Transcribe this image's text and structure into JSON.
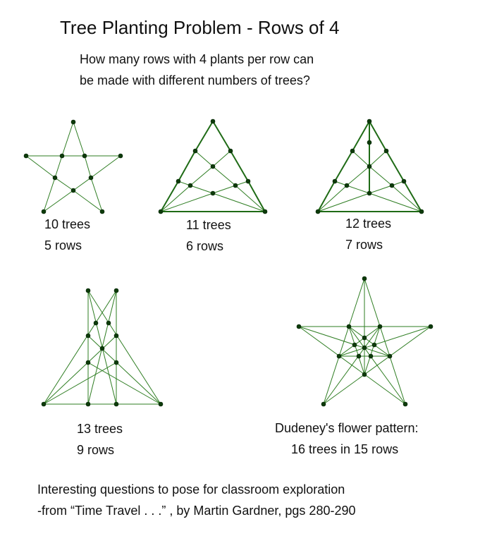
{
  "title": "Tree Planting Problem - Rows of 4",
  "question": {
    "line1": "How many rows with 4 plants per row can",
    "line2": "be made with different numbers of trees?"
  },
  "figures": [
    {
      "trees": "10 trees",
      "rows": "5 rows"
    },
    {
      "trees": "11 trees",
      "rows": "6 rows"
    },
    {
      "trees": "12 trees",
      "rows": "7 rows"
    },
    {
      "trees": "13 trees",
      "rows": "9 rows"
    },
    {
      "trees": "Dudeney's flower pattern:",
      "rows": "16 trees in 15 rows"
    }
  ],
  "footer": {
    "line1": "Interesting questions to pose for classroom exploration",
    "line2": "-from “Time Travel . . .” , by Martin Gardner, pgs 280-290"
  },
  "colors": {
    "line": "#2e7d22",
    "point": "#0d3b0a"
  }
}
